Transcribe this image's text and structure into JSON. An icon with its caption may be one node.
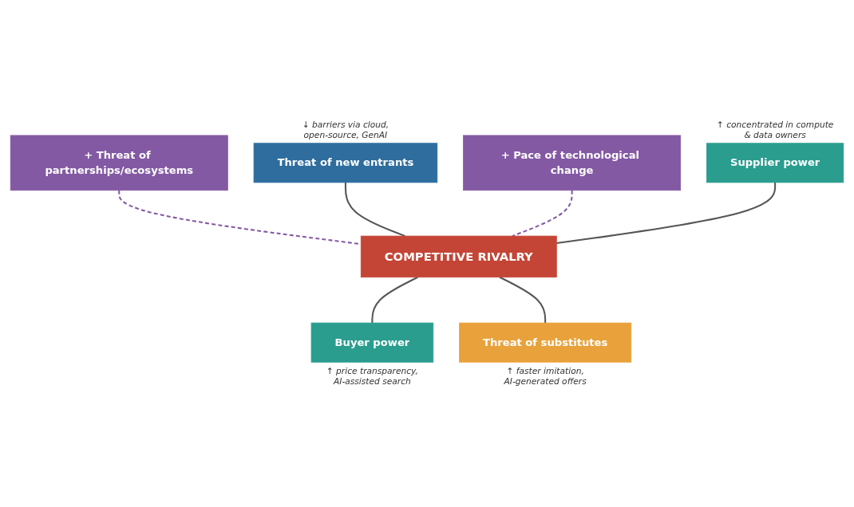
{
  "diagram": {
    "nodes": [
      {
        "text": [
          "+ Threat of partnerships/ecosystems"
        ]
      },
      {
        "text": [
          "Threat of new entrants"
        ],
        "beside": [
          "↓ barriers via cloud, open-source, GenAI"
        ]
      },
      {
        "text": [
          "+ Pace of technological change"
        ]
      },
      {
        "text": [
          "Supplier power"
        ],
        "beside": [
          "↑ concentrated in compute & data owners"
        ]
      },
      {
        "text": [
          "COMPETITIVE RIVALRY"
        ]
      },
      {
        "text": [
          "Buyer power"
        ],
        "beside": [
          "↑ price transparency, AI-assisted search"
        ]
      },
      {
        "text": [
          "Threat of substitutes"
        ],
        "beside": [
          "↑ faster imitation, AI-generated offers"
        ]
      }
    ],
    "edges": [
      {
        "from": 0,
        "to": 4,
        "arrow": "none",
        "style": "dashed",
        "color": "#8359a3"
      },
      {
        "from": 1,
        "to": 4,
        "arrow": "none"
      },
      {
        "from": 2,
        "to": 4,
        "arrow": "none",
        "style": "dashed",
        "color": "#8359a3"
      },
      {
        "from": 3,
        "to": 4,
        "arrow": "none"
      },
      {
        "from": 4,
        "to": 5,
        "arrow": "none"
      },
      {
        "from": 4,
        "to": 6,
        "arrow": "none"
      }
    ]
  }
}
